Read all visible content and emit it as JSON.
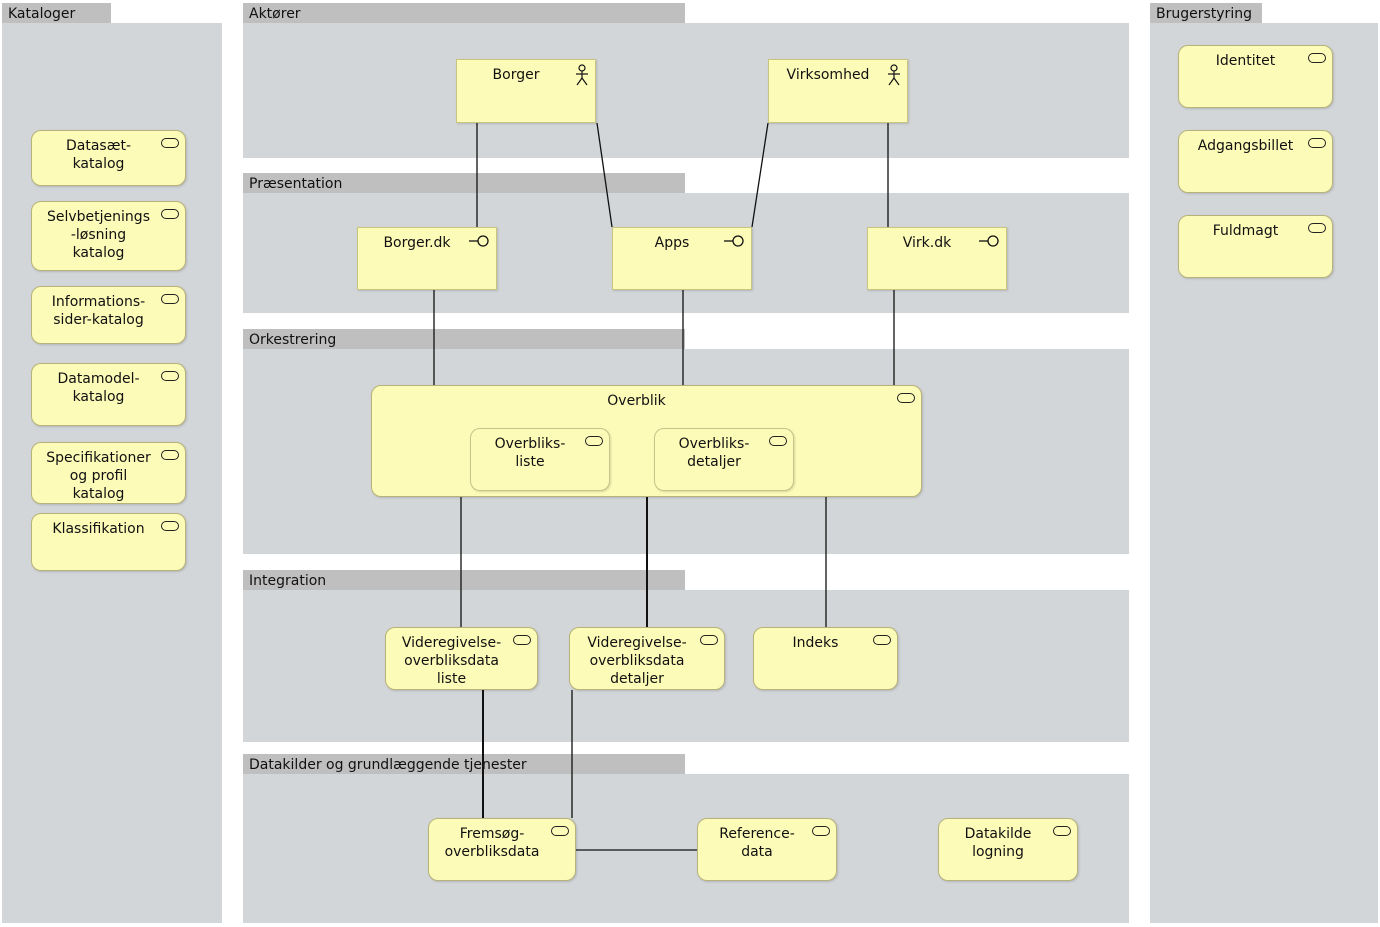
{
  "layers": {
    "kataloger": "Kataloger",
    "aktorer": "Aktører",
    "praesentation": "Præsentation",
    "orkestrering": "Orkestrering",
    "integration": "Integration",
    "datakilder": "Datakilder og grundlæggende tjenester",
    "brugerstyring": "Brugerstyring"
  },
  "kataloger": {
    "datasaet": "Datasæt-\nkatalog",
    "selvbetjening": "Selvbetjenings\n-løsning\nkatalog",
    "informationssider": "Informations-\nsider-katalog",
    "datamodel": "Datamodel-\nkatalog",
    "specifikationer": "Specifikationer\nog profil\nkatalog",
    "klassifikation": "Klassifikation"
  },
  "actors": {
    "borger": "Borger",
    "virksomhed": "Virksomhed"
  },
  "presentation": {
    "borger_dk": "Borger.dk",
    "apps": "Apps",
    "virk_dk": "Virk.dk"
  },
  "orchestration": {
    "overblik": "Overblik",
    "overbliks_liste": "Overbliks-\nliste",
    "overbliks_detaljer": "Overbliks-\ndetaljer"
  },
  "integration": {
    "videregivelse_liste": "Videregivelse-\noverbliksdata\nliste",
    "videregivelse_detaljer": "Videregivelse-\noverbliksdata\ndetaljer",
    "indeks": "Indeks"
  },
  "datasources": {
    "fremsoeg": "Fremsøg-\noverbliksdata",
    "referencedata": "Reference-\ndata",
    "datakilde_logning": "Datakilde\nlogning"
  },
  "brugerstyring": {
    "identitet": "Identitet",
    "adgangsbillet": "Adgangsbillet",
    "fuldmagt": "Fuldmagt"
  },
  "icons": {
    "service": "service-icon",
    "interface": "interface-icon",
    "actor": "actor-icon"
  },
  "colors": {
    "element_fill": "#fdfbb8",
    "zone_fill": "#d2d6d8",
    "tab_fill": "#bfbfbf"
  }
}
